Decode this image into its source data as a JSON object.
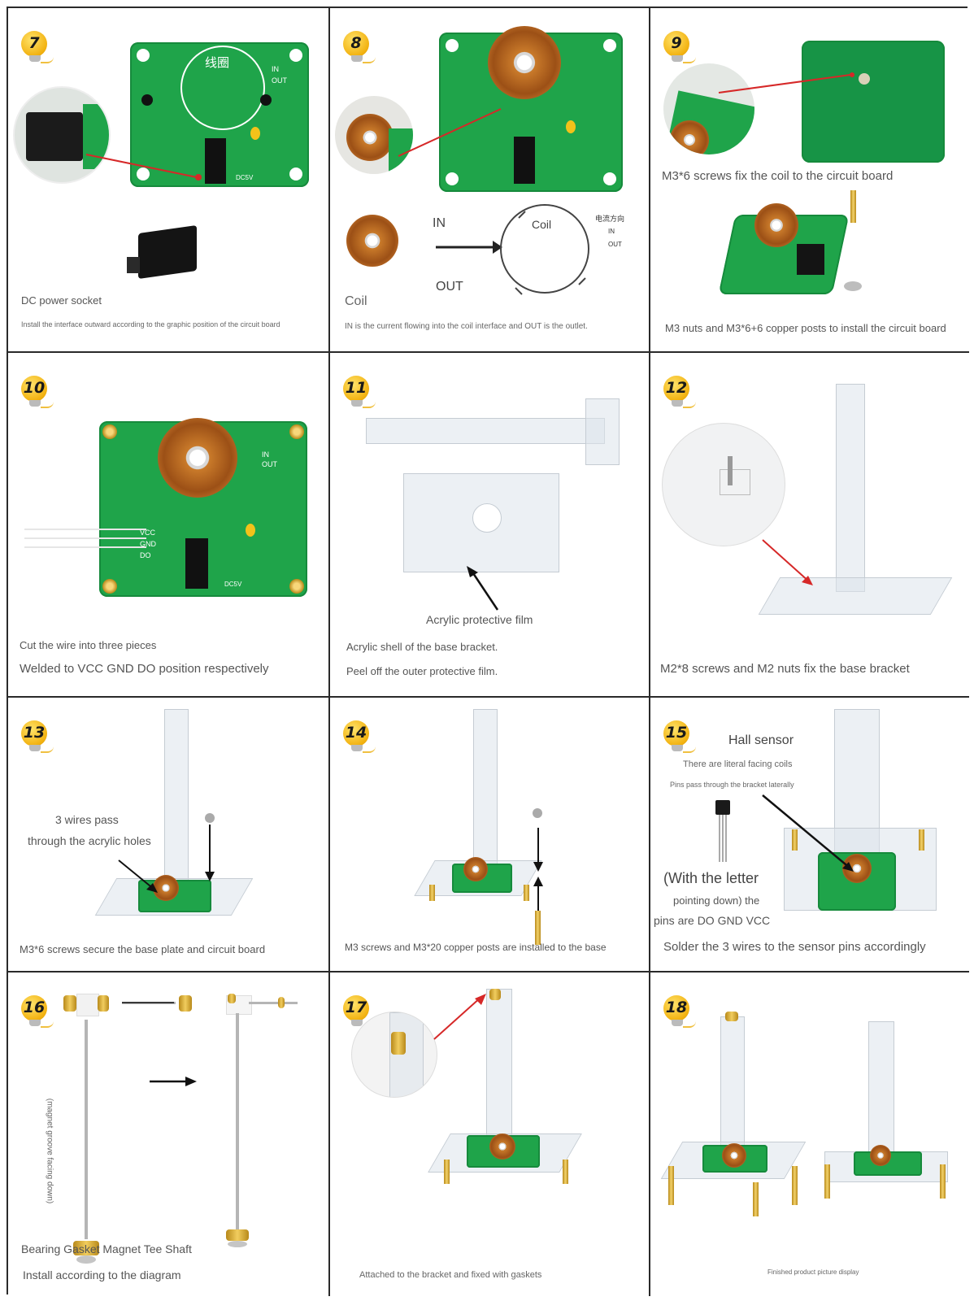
{
  "steps": [
    {
      "num": "7",
      "lines": [
        "DC power socket",
        "Install the interface outward according to the graphic position of the circuit board"
      ],
      "board_text": [
        "线圈",
        "IN",
        "OUT",
        "DC5V"
      ]
    },
    {
      "num": "8",
      "lines": [
        "Coil",
        "IN is the current flowing into the coil interface and OUT is the outlet."
      ],
      "labels": [
        "IN",
        "OUT",
        "Coil",
        "电流方向",
        "IN",
        "OUT"
      ]
    },
    {
      "num": "9",
      "lines": [
        "M3*6 screws fix the coil to the circuit board",
        "M3 nuts and M3*6+6 copper posts to install the circuit board"
      ]
    },
    {
      "num": "10",
      "lines": [
        "Cut the wire into three pieces",
        "Welded to VCC GND DO position respectively"
      ],
      "board_text": [
        "VCC",
        "GND",
        "DO",
        "IN",
        "OUT",
        "DC5V"
      ]
    },
    {
      "num": "11",
      "lines": [
        "Acrylic protective film",
        "Acrylic shell of the base bracket.",
        "Peel off the outer protective film."
      ]
    },
    {
      "num": "12",
      "lines": [
        "M2*8 screws and M2 nuts fix the base bracket"
      ]
    },
    {
      "num": "13",
      "lines": [
        "3 wires pass",
        "through the acrylic holes",
        "M3*6 screws secure the base plate and circuit board"
      ]
    },
    {
      "num": "14",
      "lines": [
        "M3 screws and M3*20 copper posts are installed to the base"
      ]
    },
    {
      "num": "15",
      "lines": [
        "Hall sensor",
        "There are literal facing coils",
        "Pins pass through the bracket laterally",
        "(With the letter",
        "pointing down) the",
        "pins are DO GND VCC",
        "Solder the 3 wires to the sensor pins accordingly"
      ]
    },
    {
      "num": "16",
      "lines": [
        "(magnet groove facing down)",
        "Bearing Gasket Magnet Tee Shaft",
        "Install according to the diagram"
      ]
    },
    {
      "num": "17",
      "lines": [
        "Attached to the bracket and fixed with gaskets"
      ]
    },
    {
      "num": "18",
      "lines": [
        "Finished product picture display"
      ]
    }
  ]
}
